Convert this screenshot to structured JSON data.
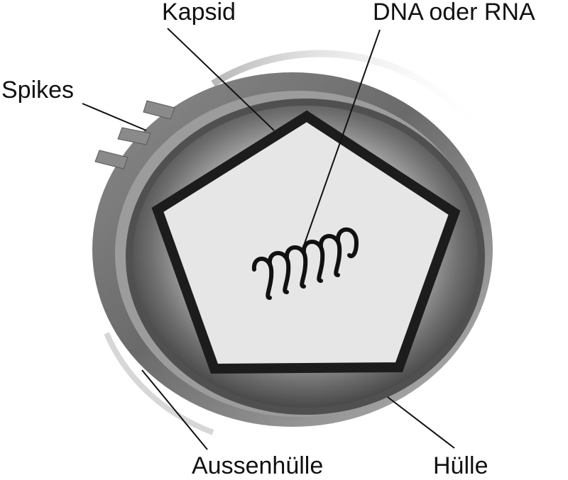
{
  "diagram": {
    "labels": {
      "kapsid": "Kapsid",
      "nucleic_acid": "DNA oder RNA",
      "spikes": "Spikes",
      "outer_envelope": "Aussenhülle",
      "envelope": "Hülle"
    },
    "colors": {
      "outer_envelope": "#7a7a7a",
      "envelope_ring": "#555555",
      "envelope_fill_center": "#c8c8c8",
      "envelope_fill_edge": "#4a4a4a",
      "capsid_fill": "#e6e6e6",
      "capsid_stroke": "#1c1c1c",
      "spike": "#8a8a8a",
      "leader_line": "#111111"
    }
  }
}
